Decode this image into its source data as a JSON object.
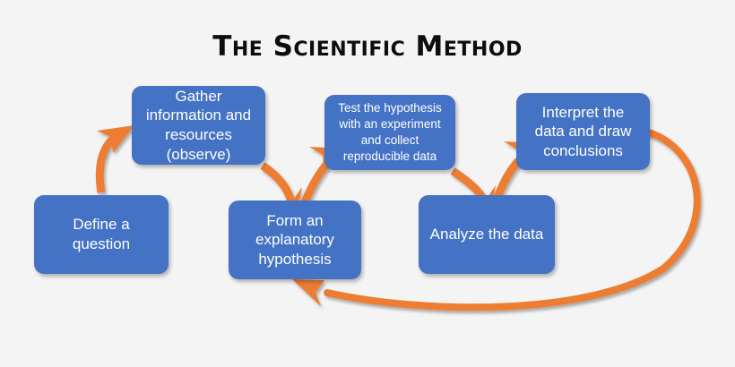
{
  "title": "The Scientific Method",
  "colors": {
    "box_fill": "#4472C4",
    "box_text": "#FFFFFF",
    "arrow": "#ED7D31",
    "background": "#F4F4F4",
    "title_text": "#0D0D0D"
  },
  "nodes": [
    {
      "id": "define",
      "label": "Define a\nquestion"
    },
    {
      "id": "gather",
      "label": "Gather\ninformation and\nresources\n(observe)"
    },
    {
      "id": "test",
      "label": "Test the hypothesis\nwith an experiment\nand collect\nreproducible data"
    },
    {
      "id": "interpret",
      "label": "Interpret the\ndata and draw\nconclusions"
    },
    {
      "id": "form",
      "label": "Form an\nexplanatory\nhypothesis"
    },
    {
      "id": "analyze",
      "label": "Analyze the data"
    }
  ],
  "connectors": [
    {
      "id": "define-to-gather",
      "from": "define",
      "to": "gather"
    },
    {
      "id": "gather-to-form",
      "from": "gather",
      "to": "form"
    },
    {
      "id": "form-to-test",
      "from": "form",
      "to": "test"
    },
    {
      "id": "test-to-analyze",
      "from": "test",
      "to": "analyze"
    },
    {
      "id": "analyze-to-interpret",
      "from": "analyze",
      "to": "interpret"
    },
    {
      "id": "interpret-to-form",
      "from": "interpret",
      "to": "form"
    }
  ]
}
